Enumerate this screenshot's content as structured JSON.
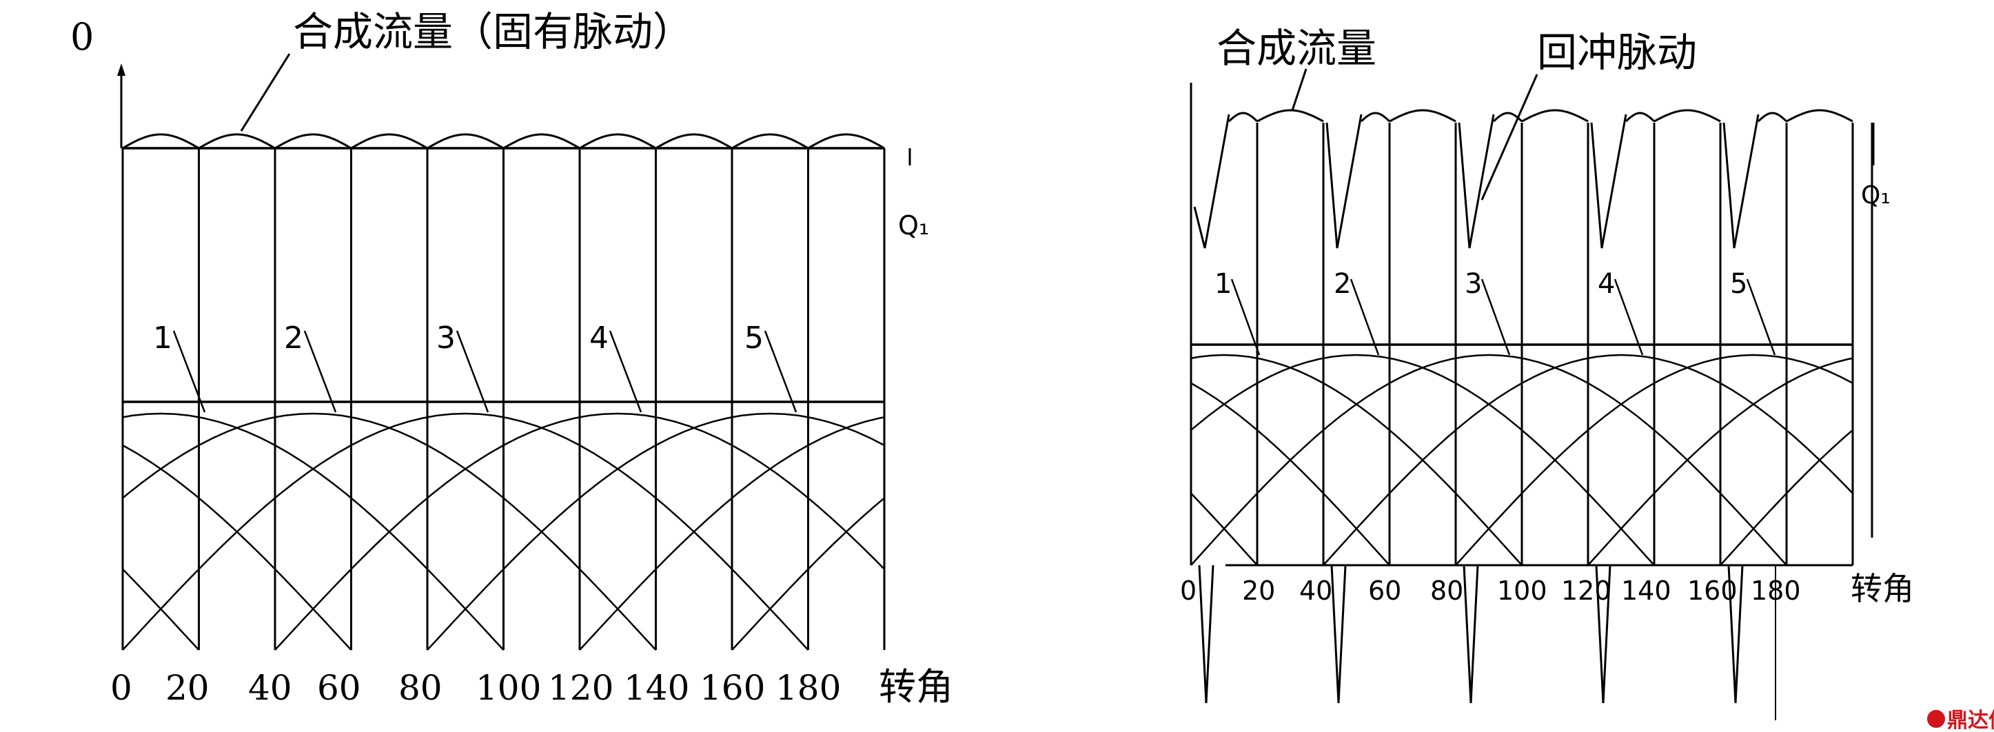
{
  "left": {
    "y_origin_label": "0",
    "title": "合成流量（固有脉动）",
    "q_label": "Q₁",
    "pump_labels": [
      "1",
      "2",
      "3",
      "4",
      "5"
    ],
    "x_ticks": [
      "0",
      "20",
      "40",
      "60",
      "80",
      "100",
      "120",
      "140",
      "160",
      "180"
    ],
    "x_axis_label": "转角"
  },
  "right": {
    "title": "合成流量",
    "pulse_label": "回冲脉动",
    "q_label": "Q₁",
    "pump_labels": [
      "1",
      "2",
      "3",
      "4",
      "5"
    ],
    "x_ticks": [
      "0",
      "20",
      "40",
      "60",
      "80",
      "100",
      "120",
      "140",
      "160",
      "180"
    ],
    "x_axis_label": "转角"
  },
  "watermark": "鼎达信",
  "colors": {
    "line": "#000000",
    "watermark": "#d4141c"
  }
}
